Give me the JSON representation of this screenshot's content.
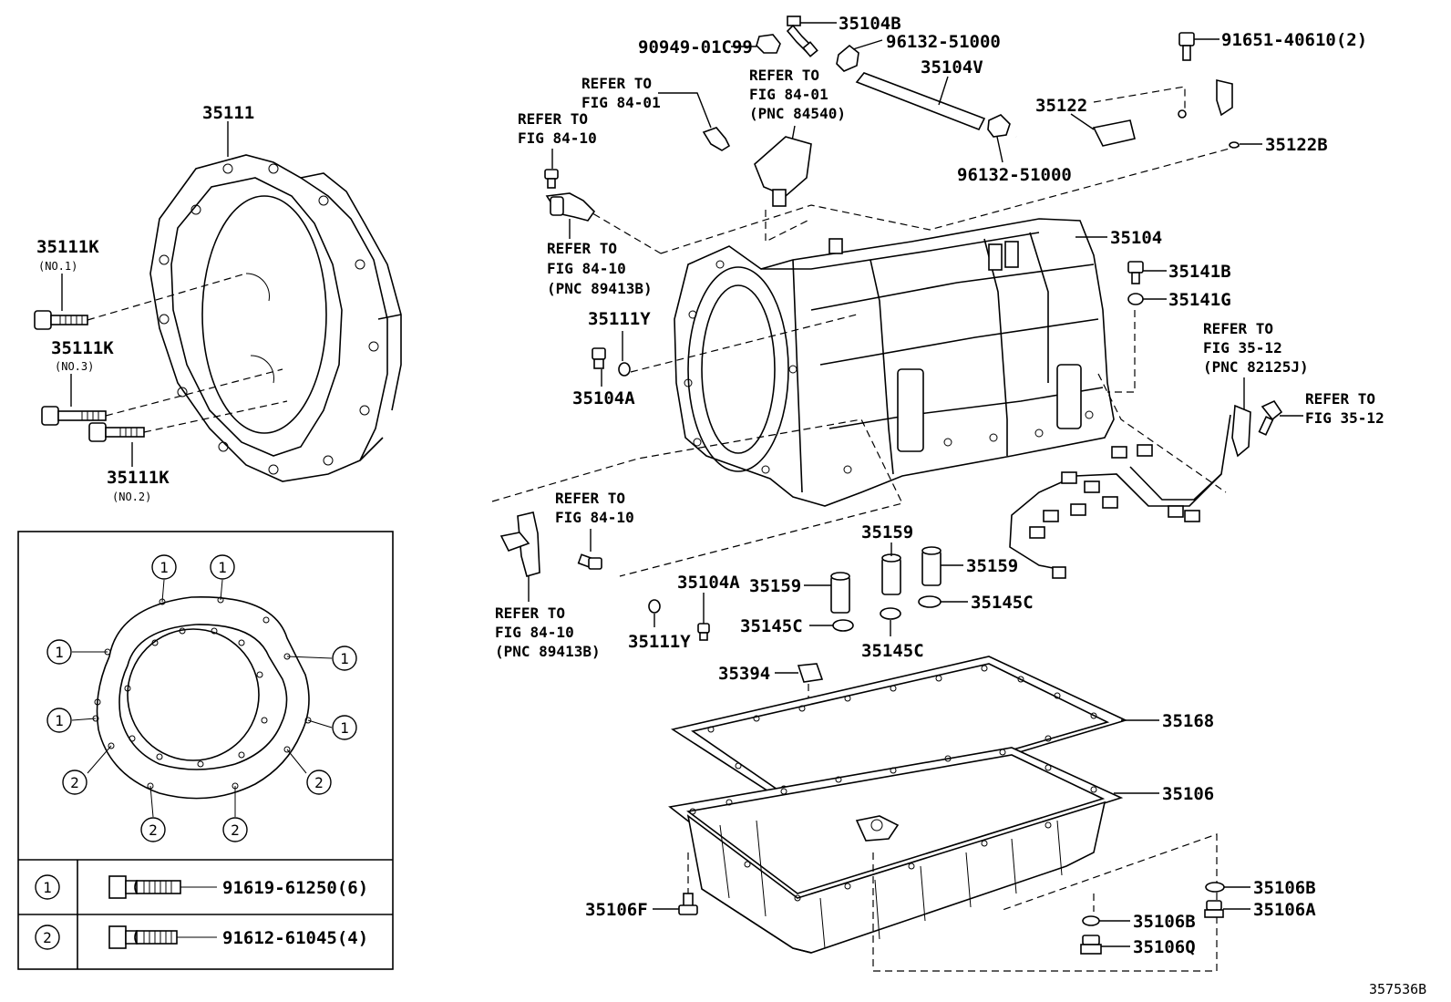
{
  "labels": {
    "p35111": "35111",
    "p35111k_1": "35111K",
    "no1": "(NO.1)",
    "p35111k_3": "35111K",
    "no3": "(NO.3)",
    "p35111k_2": "35111K",
    "no2": "(NO.2)",
    "p35104b": "35104B",
    "p90949": "90949-01C99",
    "p96132_top": "96132-51000",
    "p35104v": "35104V",
    "p91651": "91651-40610(2)",
    "p35122": "35122",
    "p35122b": "35122B",
    "p96132_mid": "96132-51000",
    "p35104": "35104",
    "p35141b": "35141B",
    "p35141g": "35141G",
    "p35111y_a": "35111Y",
    "p35104a_a": "35104A",
    "p35159_a": "35159",
    "p35159_b": "35159",
    "p35159_c": "35159",
    "p35104a_b": "35104A",
    "p35145c_a": "35145C",
    "p35145c_b": "35145C",
    "p35145c_c": "35145C",
    "p35111y_b": "35111Y",
    "p35394": "35394",
    "p35168": "35168",
    "p35106": "35106",
    "p35106f": "35106F",
    "p35106b_a": "35106B",
    "p35106a": "35106A",
    "p35106b_b": "35106B",
    "p35106q": "35106Q",
    "diagram_id": "357536B"
  },
  "refs": {
    "r1": [
      "REFER TO",
      "FIG 84-01"
    ],
    "r2": [
      "REFER TO",
      "FIG 84-10"
    ],
    "r3": [
      "REFER TO",
      "FIG 84-01",
      "(PNC 84540)"
    ],
    "r4": [
      "REFER TO",
      "FIG 84-10",
      "(PNC 89413B)"
    ],
    "r5": [
      "REFER TO",
      "FIG 35-12",
      "(PNC 82125J)"
    ],
    "r6": [
      "REFER TO",
      "FIG 35-12"
    ],
    "r7": [
      "REFER TO",
      "FIG 84-10"
    ],
    "r8": [
      "REFER TO",
      "FIG 84-10",
      "(PNC 89413B)"
    ]
  },
  "legend": {
    "rows": [
      {
        "mark": "1",
        "part": "91619-61250(6)"
      },
      {
        "mark": "2",
        "part": "91612-61045(4)"
      }
    ],
    "hole_marks": {
      "m1": "1",
      "m2": "1",
      "m3": "1",
      "m4": "1",
      "m5": "1",
      "m6": "1",
      "m7": "2",
      "m8": "2",
      "m9": "2",
      "m10": "2"
    }
  }
}
